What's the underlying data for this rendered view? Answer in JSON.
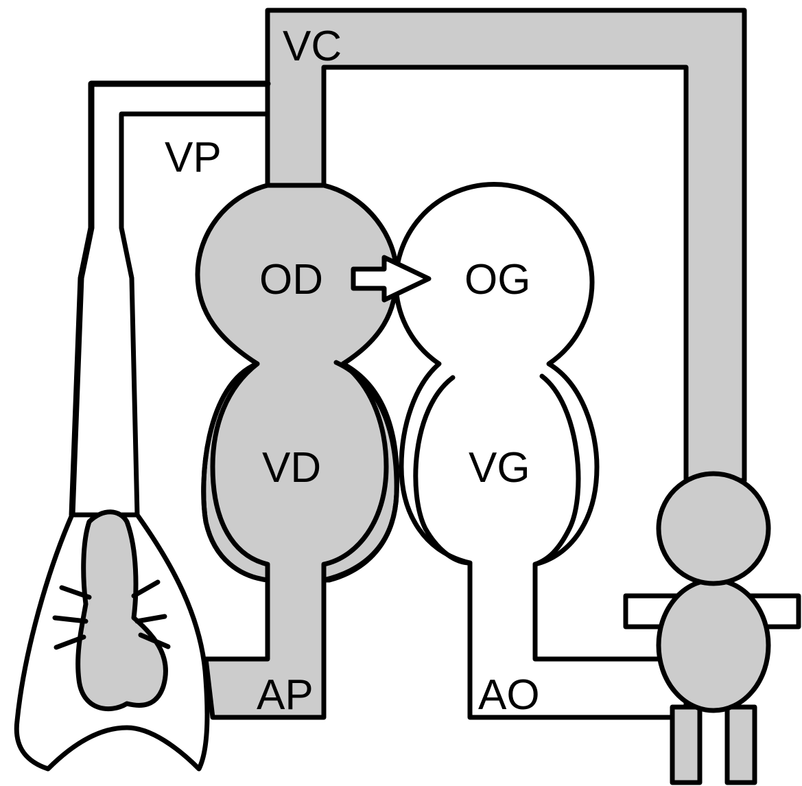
{
  "labels": {
    "vc": "VC",
    "vp": "VP",
    "od": "OD",
    "og": "OG",
    "vd": "VD",
    "vg": "VG",
    "ap": "AP",
    "ao": "AO"
  },
  "colors": {
    "deoxygenated_fill": "#cccccc",
    "oxygenated_fill": "#ffffff",
    "outline": "#000000",
    "background": "#ffffff"
  }
}
